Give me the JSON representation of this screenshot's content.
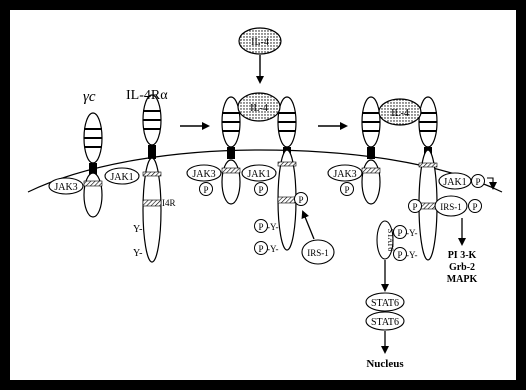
{
  "labels": {
    "gamma_c": "γc",
    "il4ra": "IL-4Rα",
    "il4_top": "IL-4",
    "il4_mid": "IL-4",
    "il4_right": "IL-4",
    "jak3_a": "JAK3",
    "jak1_a": "JAK1",
    "i4r": "I4R",
    "y_a1": "Y-",
    "y_a2": "Y-",
    "jak3_b": "JAK3",
    "jak1_b": "JAK1",
    "p": "P",
    "py": "-Y-",
    "irs1_b": "IRS-1",
    "jak3_c": "JAK3",
    "jak1_c": "JAK1",
    "irs1_c": "IRS-1",
    "stat6_vert": "STAT6",
    "stat6_1": "STAT6",
    "stat6_2": "STAT6",
    "nucleus": "Nucleus",
    "pi3k": "PI 3-K",
    "grb2": "Grb-2",
    "mapk": "MAPK"
  },
  "colors": {
    "frame": "#000000",
    "ink": "#000000",
    "paper": "#ffffff"
  }
}
